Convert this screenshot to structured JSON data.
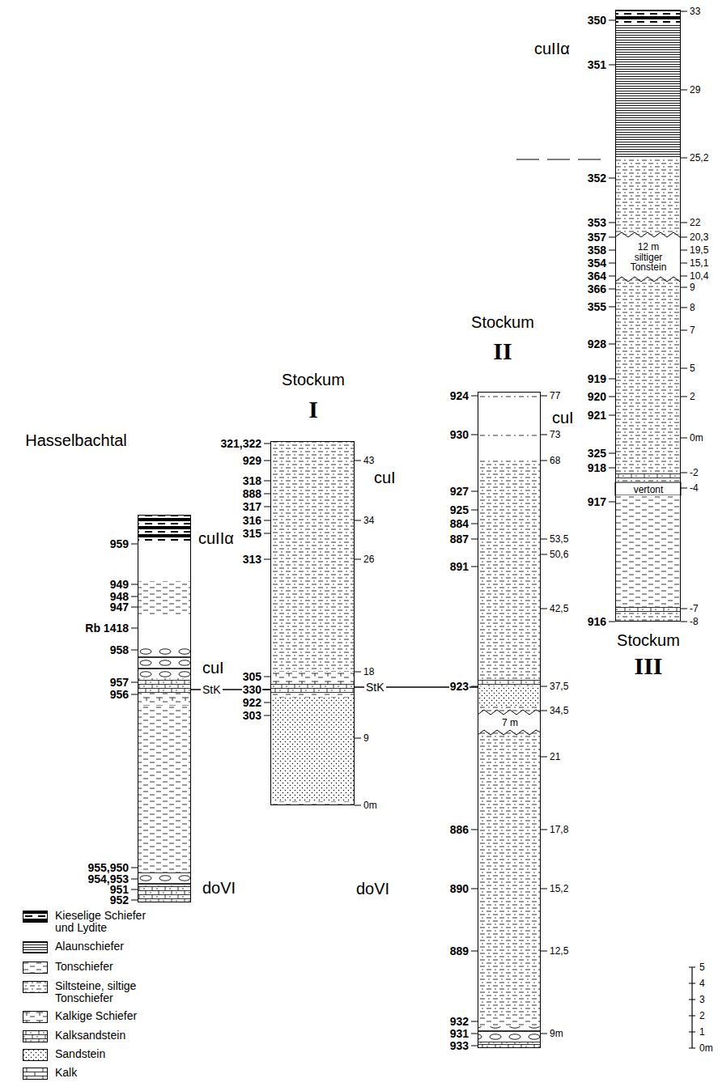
{
  "diagram": {
    "nodes": [
      {
        "text": [
          "Hasselbachtal"
        ]
      },
      {
        "text": [
          "Stockum",
          "I"
        ]
      },
      {
        "text": [
          "Stockum",
          "II",
          "7 m"
        ]
      },
      {
        "text": [
          "Stockum",
          "III",
          "12 m siltiger Tonstein",
          "vertont"
        ]
      }
    ],
    "edges": [
      {
        "from": 0,
        "to": 1,
        "arrow": "none",
        "label": "StK"
      },
      {
        "from": 1,
        "to": 2,
        "arrow": "none",
        "label": "StK"
      }
    ],
    "labels": [
      "959",
      "949",
      "948",
      "947",
      "Rb 1418",
      "958",
      "957",
      "956",
      "955,950",
      "954,953",
      "951",
      "952",
      "cuIIα",
      "cuI",
      "doVI",
      "321,322",
      "929",
      "318",
      "888",
      "317",
      "316",
      "315",
      "313",
      "305",
      "330",
      "922",
      "303",
      "43",
      "34",
      "26",
      "18",
      "9",
      "0m",
      "cuI",
      "924",
      "930",
      "927",
      "925",
      "884",
      "887",
      "891",
      "923",
      "886",
      "890",
      "889",
      "932",
      "931",
      "933",
      "77",
      "73",
      "68",
      "53,5",
      "50,6",
      "42,5",
      "37,5",
      "34,5",
      "21",
      "17,8",
      "15,2",
      "12,5",
      "9m",
      "cuI",
      "doVI",
      "350",
      "351",
      "352",
      "353",
      "357",
      "358",
      "354",
      "364",
      "366",
      "355",
      "928",
      "919",
      "920",
      "921",
      "325",
      "918",
      "917",
      "916",
      "33",
      "29",
      "25,2",
      "22",
      "20,3",
      "19,5",
      "15,1",
      "10,4",
      "9",
      "8",
      "7",
      "5",
      "2",
      "0m",
      "-2",
      "-4",
      "-7",
      "-8",
      "cuIIα",
      "5",
      "4",
      "3",
      "2",
      "1",
      "0m"
    ],
    "legend": [
      {
        "text": "Kieselige Schiefer und Lydite"
      },
      {
        "text": "Alaunschiefer"
      },
      {
        "text": "Tonschiefer"
      },
      {
        "text": "Siltsteine, siltige Tonschiefer"
      },
      {
        "text": "Kalkige Schiefer"
      },
      {
        "text": "Kalksandstein"
      },
      {
        "text": "Sandstein"
      },
      {
        "text": "Kalk"
      }
    ]
  }
}
